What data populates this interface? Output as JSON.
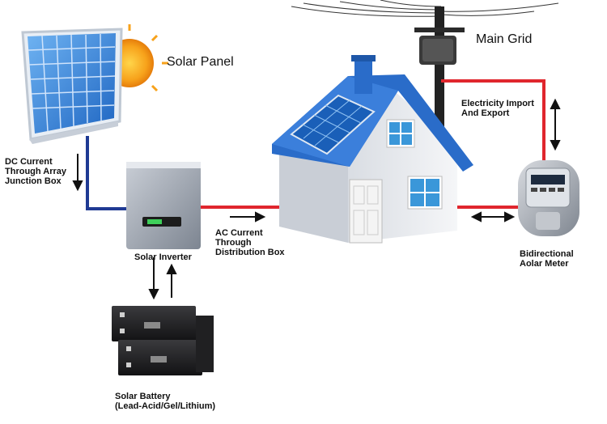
{
  "labels": {
    "solar_panel": "Solar Panel",
    "main_grid": "Main Grid",
    "electricity_import_export": [
      "Electricity Import",
      "And Export"
    ],
    "dc_current": [
      "DC Current",
      "Through Array",
      "Junction Box"
    ],
    "ac_current": [
      "AC Current",
      "Through",
      "Distribution Box"
    ],
    "solar_inverter": "Solar Inverter",
    "bidirectional_meter": [
      "Bidirectional",
      "Aolar Meter"
    ],
    "solar_battery": [
      "Solar Battery",
      "(Lead-Acid/Gel/Lithium)"
    ]
  },
  "colors": {
    "dc_line": "#1f3a93",
    "ac_line": "#e0262d",
    "panel_blue": "#2f7fd6",
    "roof_blue": "#2a6cc9",
    "sun": "#f7a21b"
  }
}
